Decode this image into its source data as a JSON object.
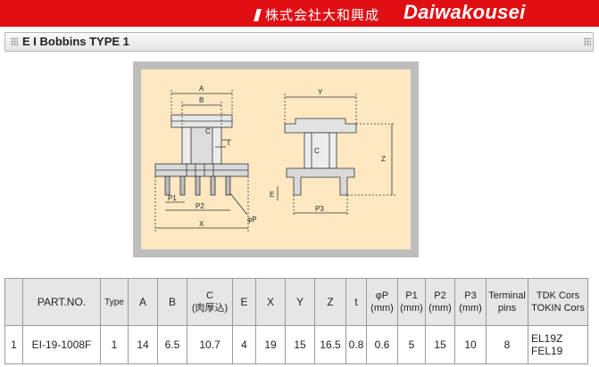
{
  "brand": {
    "company_jp": "株式会社大和興成",
    "company_en": "Daiwakousei"
  },
  "section": {
    "title": "E I Bobbins TYPE 1"
  },
  "diagram": {
    "labels": {
      "A": "A",
      "B": "B",
      "C": "C",
      "t": "t",
      "P1": "P1",
      "P2": "P2",
      "phiP": "φP",
      "X": "X",
      "Y": "Y",
      "Z": "Z",
      "E": "E",
      "P3": "P3"
    }
  },
  "table": {
    "headers": {
      "part_no": "PART.NO.",
      "type": "Type",
      "a": "A",
      "b": "B",
      "c": "C",
      "c_sub": "(肉厚込)",
      "e": "E",
      "x": "X",
      "y": "Y",
      "z": "Z",
      "t": "t",
      "phip": "φP",
      "phip_unit": "(mm)",
      "p1": "P1",
      "p1_unit": "(mm)",
      "p2": "P2",
      "p2_unit": "(mm)",
      "p3": "P3",
      "p3_unit": "(mm)",
      "terminal": "Terminal",
      "terminal_sub": "pins",
      "tdk": "TDK Cors",
      "tdk_sub": "TOKIN Cors"
    },
    "rows": [
      {
        "no": "1",
        "part_no": "EI-19-1008F",
        "type": "1",
        "a": "14",
        "b": "6.5",
        "c": "10.7",
        "e": "4",
        "x": "19",
        "y": "15",
        "z": "16.5",
        "t": "0.8",
        "phip": "0.6",
        "p1": "5",
        "p2": "15",
        "p3": "10",
        "terminal": "8",
        "tdk": "EL19Z",
        "tokin": "FEL19"
      }
    ]
  }
}
